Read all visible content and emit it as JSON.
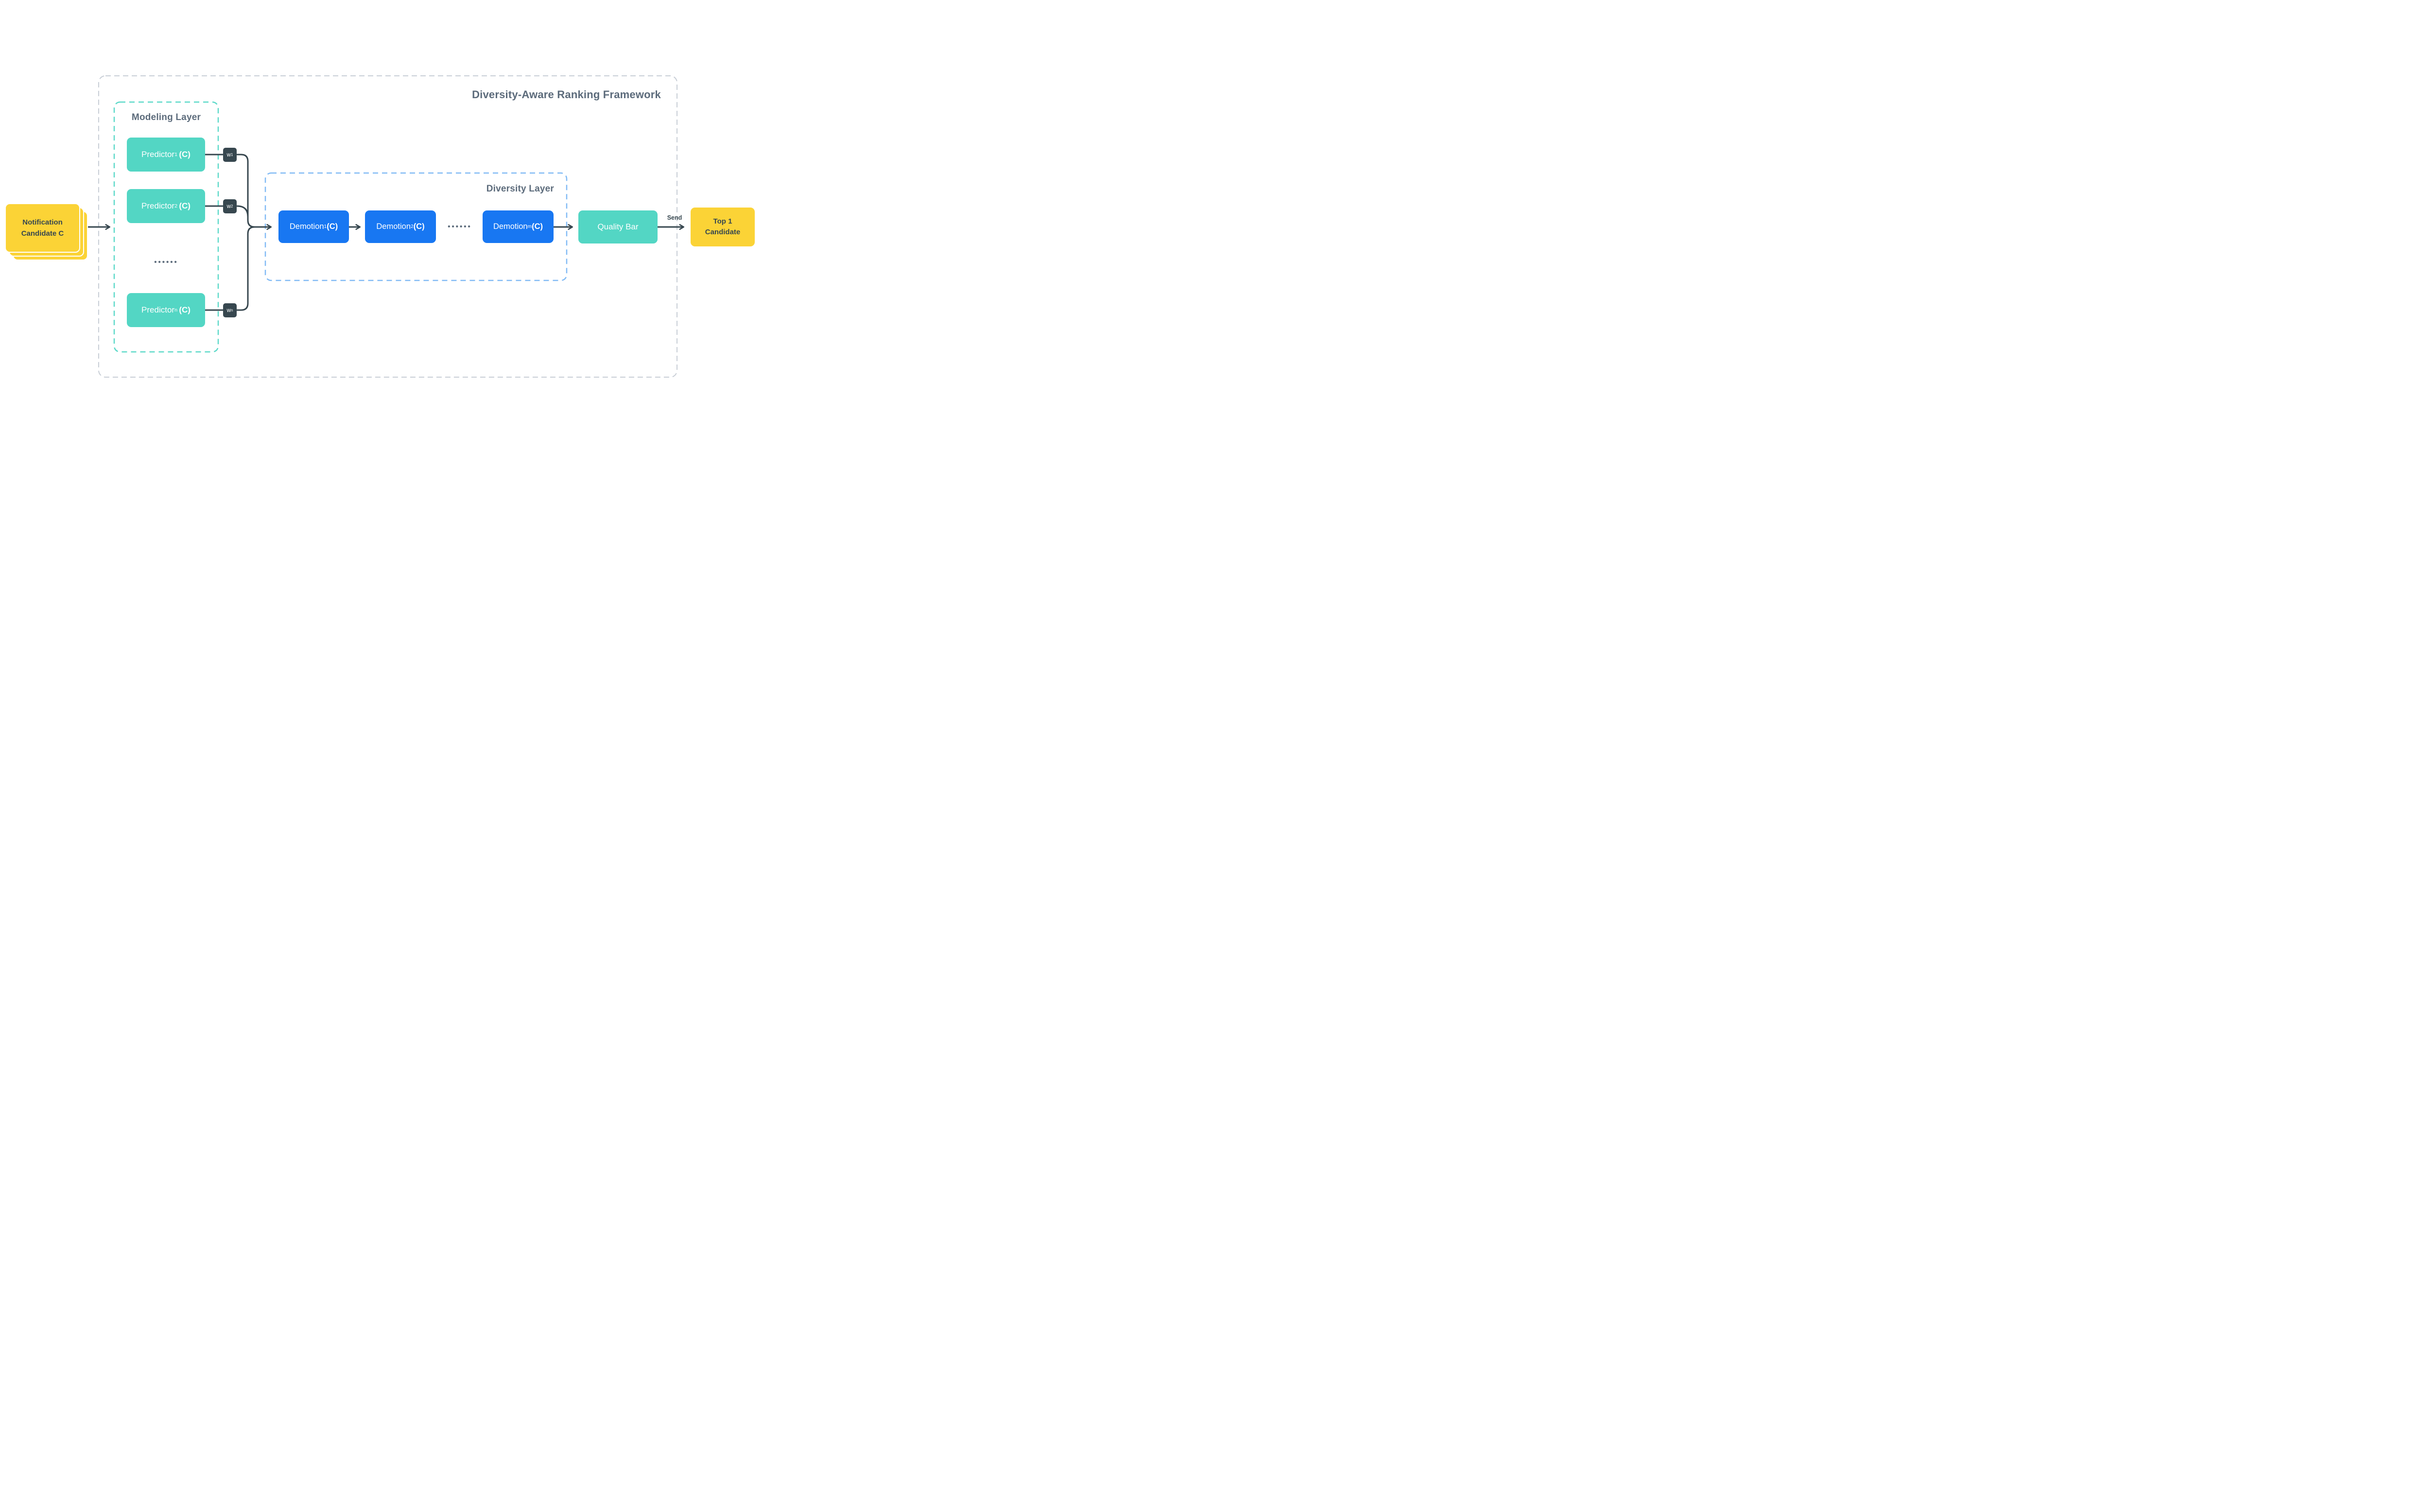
{
  "framework": {
    "title": "Diversity-Aware Ranking Framework"
  },
  "input_card": {
    "line1": "Notification",
    "line2": "Candidate",
    "line2_bold": "C"
  },
  "modeling_layer": {
    "title": "Modeling Layer",
    "predictors": [
      {
        "name": "Predictor",
        "sub": "1",
        "arg": "(C)"
      },
      {
        "name": "Predictor",
        "sub": "2",
        "arg": "(C)"
      },
      {
        "name": "Predictor",
        "sub": "n",
        "arg": "(C)"
      }
    ],
    "ellipsis": "••••••"
  },
  "weights": [
    {
      "base": "w",
      "sub": "1"
    },
    {
      "base": "w",
      "sub": "2"
    },
    {
      "base": "w",
      "sub": "n"
    }
  ],
  "diversity_layer": {
    "title": "Diversity Layer",
    "demotions": [
      {
        "name": "Demotion",
        "sub": "1",
        "arg": "(C)"
      },
      {
        "name": "Demotion",
        "sub": "2",
        "arg": "(C)"
      },
      {
        "name": "Demotion",
        "sub": "m",
        "arg": "(C)"
      }
    ],
    "ellipsis": "••••••"
  },
  "quality_bar": {
    "label": "Quality Bar"
  },
  "send_label": "Send",
  "output_card": {
    "line1": "Top 1",
    "line2": "Candidate"
  },
  "colors": {
    "teal": "#53D6C4",
    "blue": "#1877F2",
    "yellow": "#FBD336",
    "slate": "#37474F",
    "label": "#5C6B7B",
    "border-gray": "#C8CED6",
    "border-teal": "#5ED9C9",
    "border-blue": "#82BBF5"
  }
}
